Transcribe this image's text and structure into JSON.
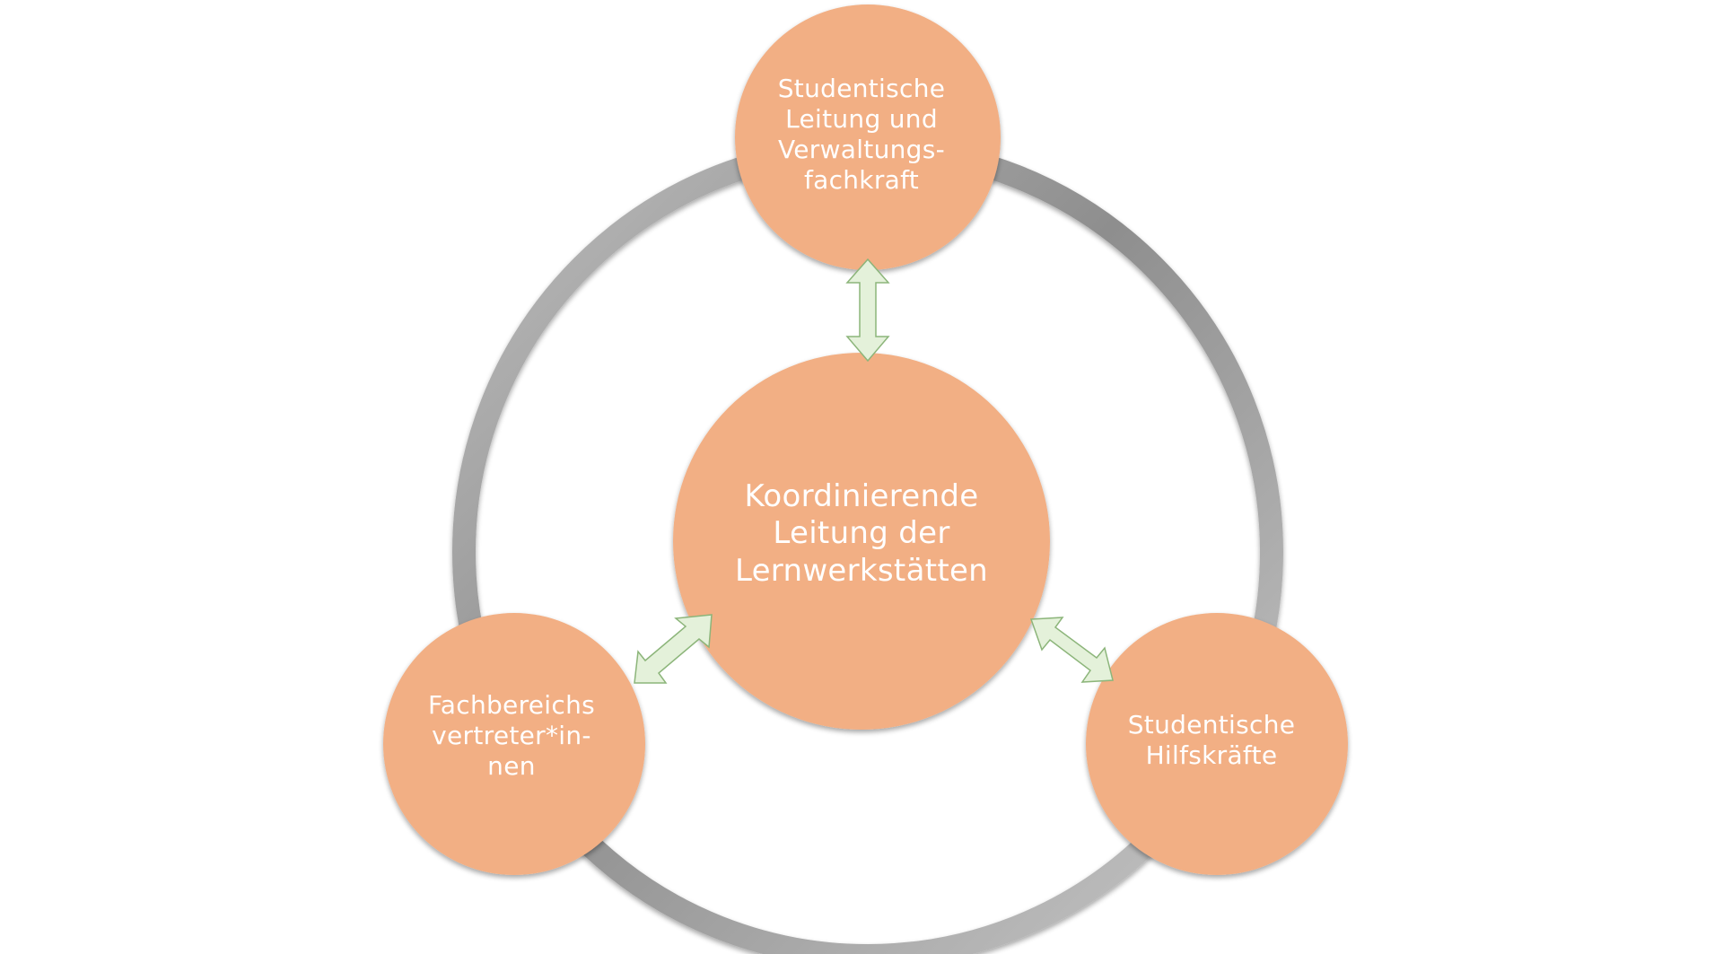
{
  "diagram": {
    "nodes": {
      "top": "Studentische\nLeitung und\nVerwaltungs-\nfachkraft",
      "center": "Koordinierende\nLeitung der\nLernwerkstätten",
      "left": "Fachbereichs\nvertreter*in-\nnen",
      "right": "Studentische\nHilfskräfte"
    },
    "colors": {
      "node_fill": "#F2AF84",
      "node_text": "#FFFFFF",
      "ring_light": "#C4C4C4",
      "ring_dark": "#8C8C8C",
      "arrow_fill": "#E4F1DA",
      "arrow_stroke": "#8CB57A"
    },
    "arrows": [
      "top-center",
      "center-left",
      "center-right"
    ]
  }
}
